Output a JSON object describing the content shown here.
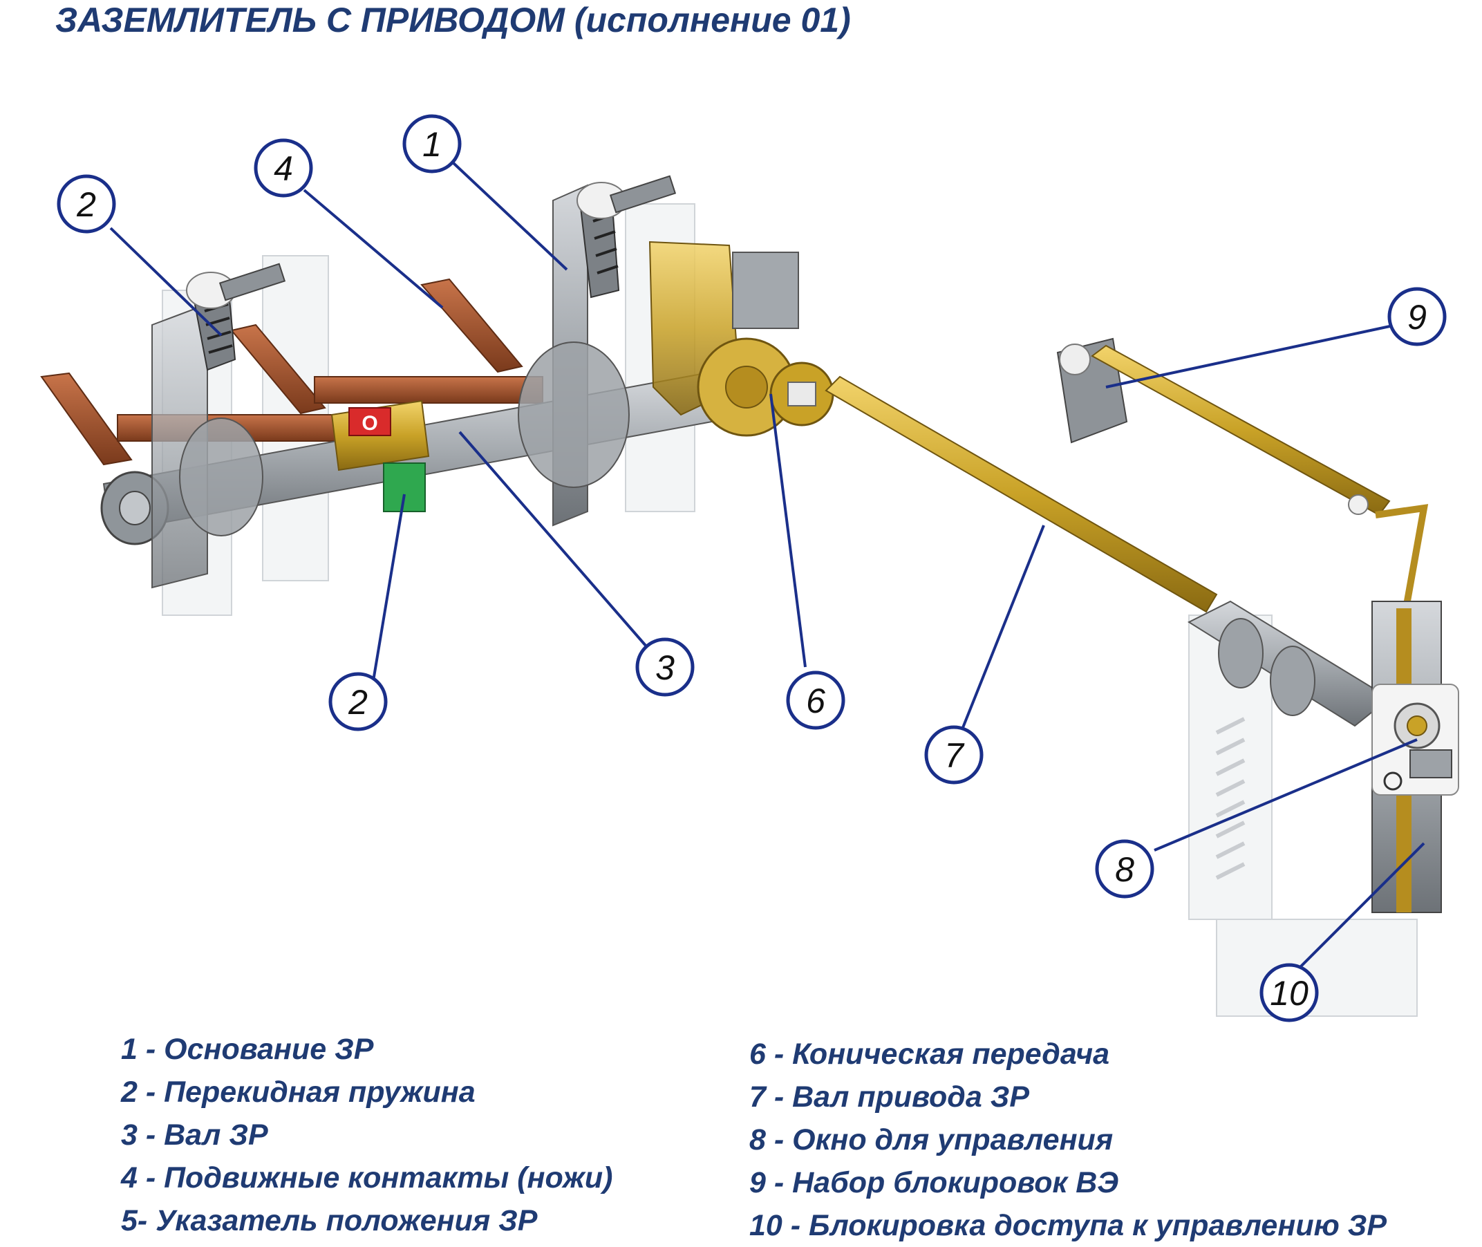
{
  "title": "ЗАЗЕМЛИТЕЛЬ С ПРИВОДОМ (исполнение 01)",
  "callouts": [
    "1",
    "2",
    "3",
    "4",
    "6",
    "7",
    "8",
    "9",
    "10"
  ],
  "legend_left": [
    "1 - Основание ЗР",
    "2 - Перекидная пружина",
    "3 - Вал ЗР",
    "4 - Подвижные контакты (ножи)",
    "5- Указатель положения ЗР"
  ],
  "legend_right": [
    "6 - Коническая передача",
    "7 - Вал привода ЗР",
    "8 - Окно для управления",
    "9 - Набор блокировок ВЭ",
    "10 - Блокировка доступа к управлению ЗР"
  ],
  "indicator_mark": "O",
  "colors": {
    "callout_stroke": "#1a2f8a",
    "title": "#1f3b73",
    "brass": "#c9a227",
    "copper": "#a0522d",
    "steel": "#9aa0a6",
    "green_indicator": "#2fa84f",
    "red_indicator": "#d92b2b"
  }
}
